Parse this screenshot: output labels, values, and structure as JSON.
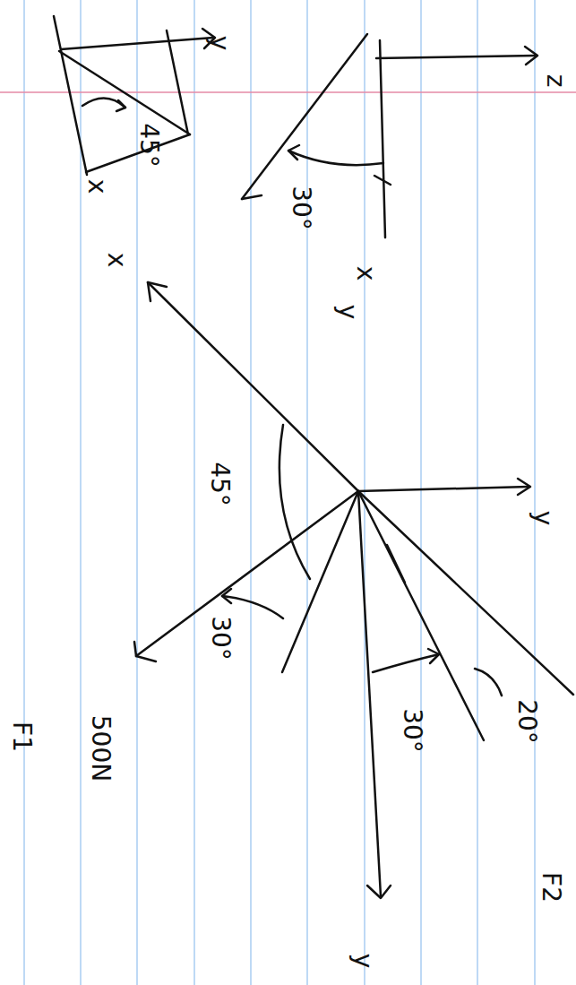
{
  "diagram": {
    "labels": [
      "y",
      "x",
      "45°",
      "z",
      "30°",
      "x",
      "y",
      "x",
      "45°",
      "y",
      "30°",
      "500N",
      "F1",
      "30°",
      "20°",
      "F2",
      "y"
    ]
  }
}
